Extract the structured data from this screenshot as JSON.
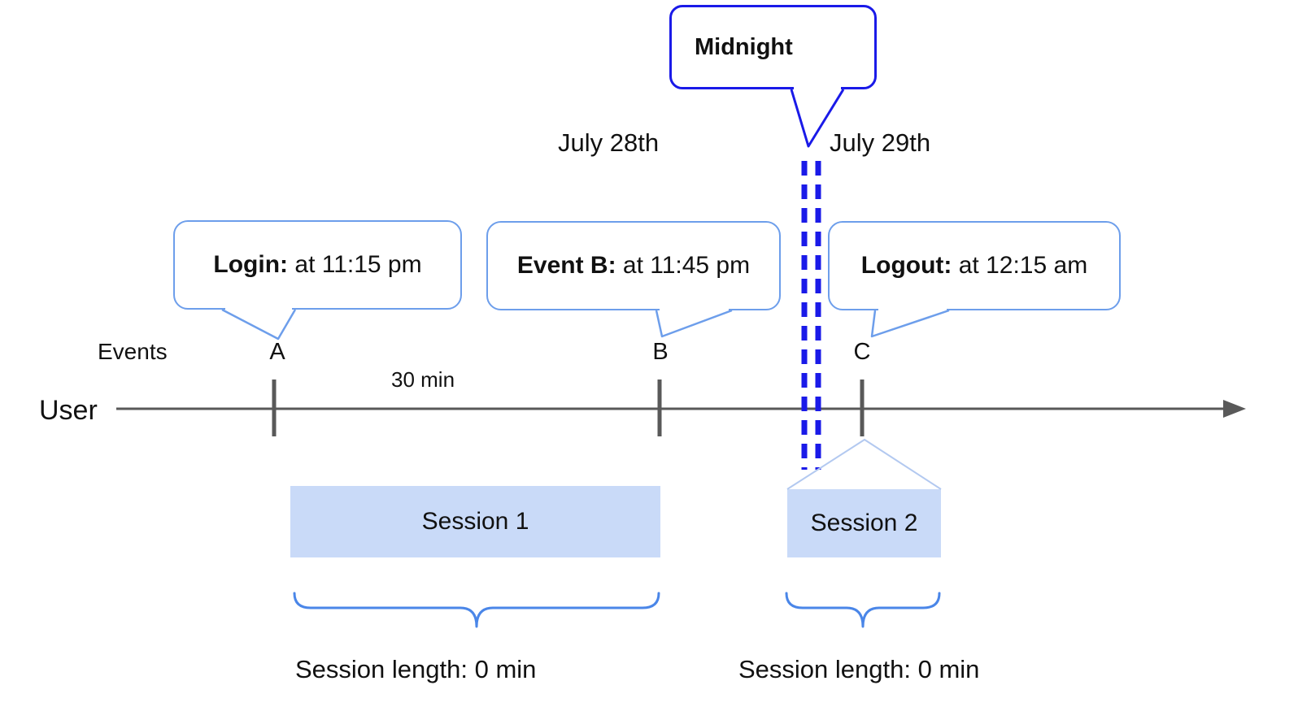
{
  "colors": {
    "deep-blue": "#1a1ae8",
    "bubble-border-blue": "#6d9eeb",
    "brace-blue": "#4a86e8",
    "session-fill": "#c9daf8",
    "roof-line-blue": "#b3c9f0",
    "axis-gray": "#595959",
    "text-color": "#111111",
    "background": "#ffffff"
  },
  "midnight_callout": {
    "label": "Midnight"
  },
  "date_labels": {
    "before": "July 28th",
    "after": "July 29th"
  },
  "event_callouts": [
    {
      "title": "Login:",
      "detail": " at 11:15 pm"
    },
    {
      "title": "Event B:",
      "detail": " at 11:45 pm"
    },
    {
      "title": "Logout:",
      "detail": " at 12:15 am"
    }
  ],
  "timeline": {
    "row_label": "User",
    "events_label": "Events",
    "interval_label": "30 min",
    "event_markers": [
      "A",
      "B",
      "C"
    ]
  },
  "sessions": [
    {
      "name": "Session 1",
      "length_label": "Session length: 0 min"
    },
    {
      "name": "Session 2",
      "length_label": "Session length: 0 min"
    }
  ]
}
